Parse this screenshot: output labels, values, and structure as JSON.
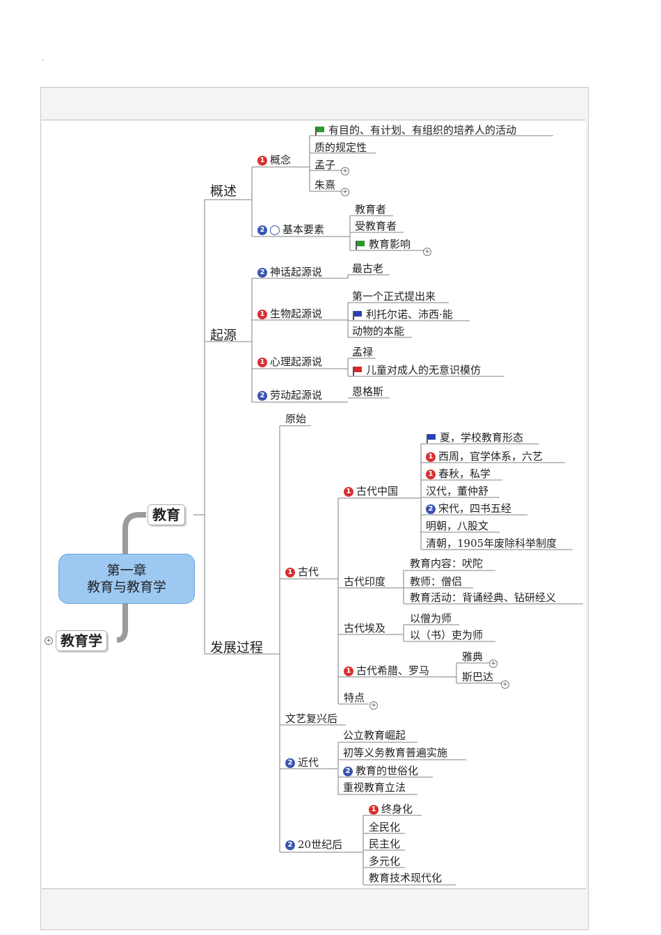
{
  "page_marker": ".",
  "root": {
    "line1": "第一章",
    "line2": "教育与教育学"
  },
  "branch_main": "教育",
  "branch_other": "教育学",
  "colors": {
    "badge1": "#d93030",
    "badge2": "#3a55b0",
    "root_fill": "#9dc8f2",
    "flag_green": "#2a9a2a",
    "flag_blue": "#2a3fb0",
    "flag_red": "#d42a2a"
  },
  "gaishu": {
    "label": "概述",
    "concept": {
      "badge": "1",
      "label": "概念",
      "items": [
        "有目的、有计划、有组织的培养人的活动",
        "质的规定性",
        "孟子",
        "朱熹"
      ]
    },
    "elements": {
      "badge": "2",
      "label": "基本要素",
      "items": [
        "教育者",
        "受教育者",
        "教育影响"
      ]
    }
  },
  "qiyuan": {
    "label": "起源",
    "shenhua": {
      "badge": "2",
      "label": "神话起源说",
      "items": [
        "最古老"
      ]
    },
    "shengwu": {
      "badge": "1",
      "label": "生物起源说",
      "items": [
        "第一个正式提出来",
        "利托尔诺、沛西·能",
        "动物的本能"
      ]
    },
    "xinli": {
      "badge": "1",
      "label": "心理起源说",
      "items": [
        "孟禄",
        "儿童对成人的无意识模仿"
      ]
    },
    "laodong": {
      "badge": "2",
      "label": "劳动起源说",
      "items": [
        "恩格斯"
      ]
    }
  },
  "fazhan": {
    "label": "发展过程",
    "yuanshi": "原始",
    "gudai": {
      "badge": "1",
      "label": "古代",
      "china": {
        "badge": "1",
        "label": "古代中国",
        "items": [
          {
            "text": "夏，学校教育形态",
            "mark": "flag-blue"
          },
          {
            "text": "西周，官学体系，六艺",
            "mark": "1"
          },
          {
            "text": "春秋，私学",
            "mark": "1"
          },
          {
            "text": "汉代，董仲舒",
            "mark": ""
          },
          {
            "text": "宋代，四书五经",
            "mark": "2"
          },
          {
            "text": "明朝，八股文",
            "mark": ""
          },
          {
            "text": "清朝，1905年废除科举制度",
            "mark": ""
          }
        ]
      },
      "india": {
        "label": "古代印度",
        "items": [
          "教育内容：吠陀",
          "教师：僧侣",
          "教育活动：背诵经典、钻研经义"
        ]
      },
      "egypt": {
        "label": "古代埃及",
        "items": [
          "以僧为师",
          "以（书）吏为师"
        ]
      },
      "greece": {
        "badge": "1",
        "label": "古代希腊、罗马",
        "items": [
          "雅典",
          "斯巴达"
        ]
      },
      "tedian": "特点"
    },
    "wenyi": "文艺复兴后",
    "jindai": {
      "badge": "2",
      "label": "近代",
      "items": [
        {
          "text": "公立教育崛起",
          "mark": ""
        },
        {
          "text": "初等义务教育普遍实施",
          "mark": ""
        },
        {
          "text": "教育的世俗化",
          "mark": "2"
        },
        {
          "text": "重视教育立法",
          "mark": ""
        }
      ]
    },
    "c20": {
      "badge": "2",
      "label": "20世纪后",
      "items": [
        {
          "text": "终身化",
          "mark": "1"
        },
        {
          "text": "全民化",
          "mark": ""
        },
        {
          "text": "民主化",
          "mark": ""
        },
        {
          "text": "多元化",
          "mark": ""
        },
        {
          "text": "教育技术现代化",
          "mark": ""
        }
      ]
    }
  }
}
